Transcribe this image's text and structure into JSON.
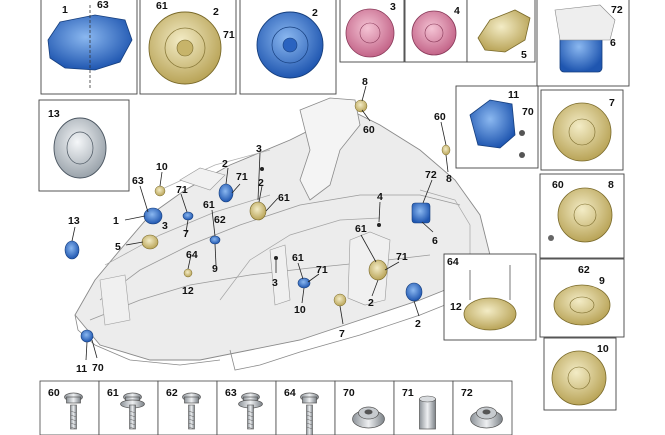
{
  "colors": {
    "blue_part": "#3b7fd8",
    "gold_part": "#d8c98a",
    "pink_part": "#d98aa6",
    "chassis_grey": "#e8e8e8",
    "outline": "#7a7a7a"
  },
  "boxes": {
    "b63": {
      "num": "63"
    },
    "b61": {
      "num": "61",
      "sub": "2",
      "sub2": "71"
    },
    "b2": {
      "num": "2"
    },
    "b3": {
      "num": "3"
    },
    "b4": {
      "num": "4"
    },
    "b5": {
      "num": "5"
    },
    "b72": {
      "num": "72",
      "sub": "6"
    },
    "b13": {
      "num": "13"
    },
    "b11": {
      "num": "11",
      "sub": "70"
    },
    "b7": {
      "num": "7"
    },
    "b8": {
      "num": "8",
      "sub": "60"
    },
    "b9": {
      "num": "9",
      "sub": "62"
    },
    "b12": {
      "num": "12",
      "sub": "64"
    },
    "b10": {
      "num": "10"
    }
  },
  "callouts": {
    "c8": "8",
    "c60a": "60",
    "c60b": "60",
    "c8b": "8",
    "c10": "10",
    "c71a": "71",
    "c2a": "2",
    "c71b": "71",
    "c3a": "3",
    "c2b": "2",
    "c61a": "61",
    "c63": "63",
    "c1": "1",
    "c3b": "3",
    "c5": "5",
    "c7a": "7",
    "c61b": "61",
    "c62": "62",
    "c9": "9",
    "c64": "64",
    "c12": "12",
    "c13": "13",
    "c4": "4",
    "c72": "72",
    "c6": "6",
    "c61c": "61",
    "c3c": "3",
    "c61d": "61",
    "c71c": "71",
    "c71d": "71",
    "c10b": "10",
    "c2c": "2",
    "c7b": "7",
    "c2d": "2",
    "c11": "11",
    "c70": "70"
  },
  "fasteners": [
    {
      "num": "60",
      "icon": "hex-bolt-icon"
    },
    {
      "num": "61",
      "icon": "flange-bolt-icon"
    },
    {
      "num": "62",
      "icon": "screw-icon"
    },
    {
      "num": "63",
      "icon": "washer-screw-icon"
    },
    {
      "num": "64",
      "icon": "long-bolt-icon"
    },
    {
      "num": "70",
      "icon": "flange-nut-icon"
    },
    {
      "num": "71",
      "icon": "clip-nut-icon"
    },
    {
      "num": "72",
      "icon": "spring-nut-icon"
    }
  ]
}
